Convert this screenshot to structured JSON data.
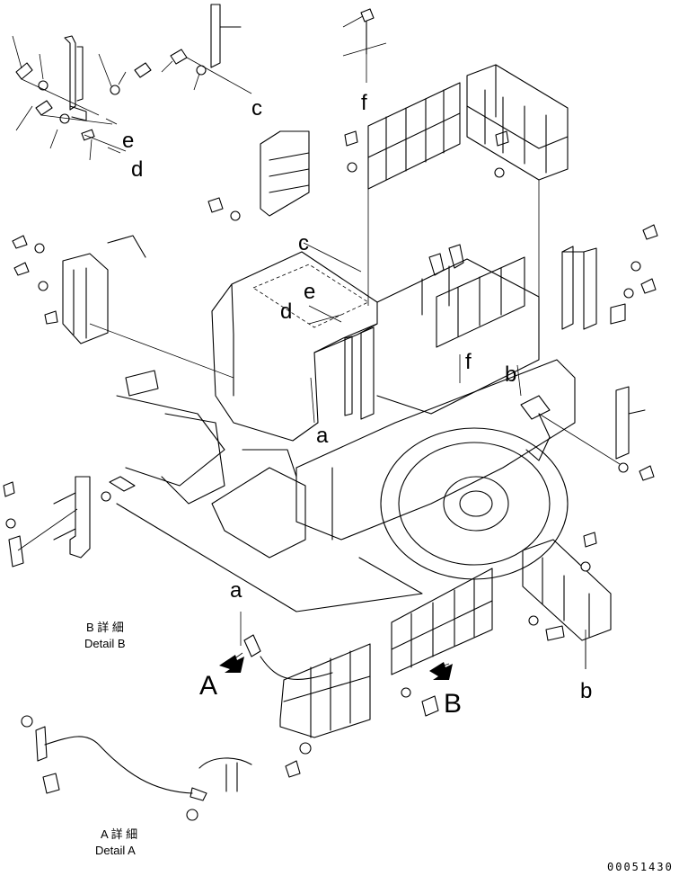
{
  "callout_letters": {
    "c_top": "c",
    "e_left": "e",
    "d_left": "d",
    "f_top": "f",
    "c_mid": "c",
    "e_cab": "e",
    "d_cab": "d",
    "a_cab": "a",
    "f_right": "f",
    "b_right": "b",
    "a_detail": "a",
    "b_bottom": "b"
  },
  "view_markers": {
    "view_a": "A",
    "view_b": "B"
  },
  "detail_b": {
    "jp": "B 詳 細",
    "en": "Detail B"
  },
  "detail_a": {
    "jp": "A 詳 細",
    "en": "Detail A"
  },
  "drawing_number": "00051430"
}
